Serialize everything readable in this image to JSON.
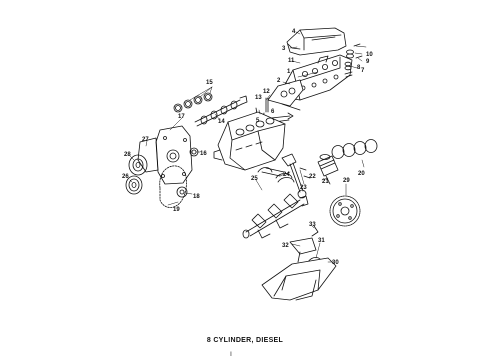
{
  "caption": "8 CYLINDER, DIESEL",
  "page_mark": "I",
  "callouts": [
    "1",
    "2",
    "3",
    "4",
    "5",
    "6",
    "7",
    "8",
    "9",
    "10",
    "11",
    "12",
    "13",
    "14",
    "15",
    "16",
    "17",
    "18",
    "19",
    "20",
    "21",
    "22",
    "23",
    "24",
    "25",
    "26",
    "27",
    "28",
    "29",
    "30",
    "31",
    "32",
    "33"
  ]
}
